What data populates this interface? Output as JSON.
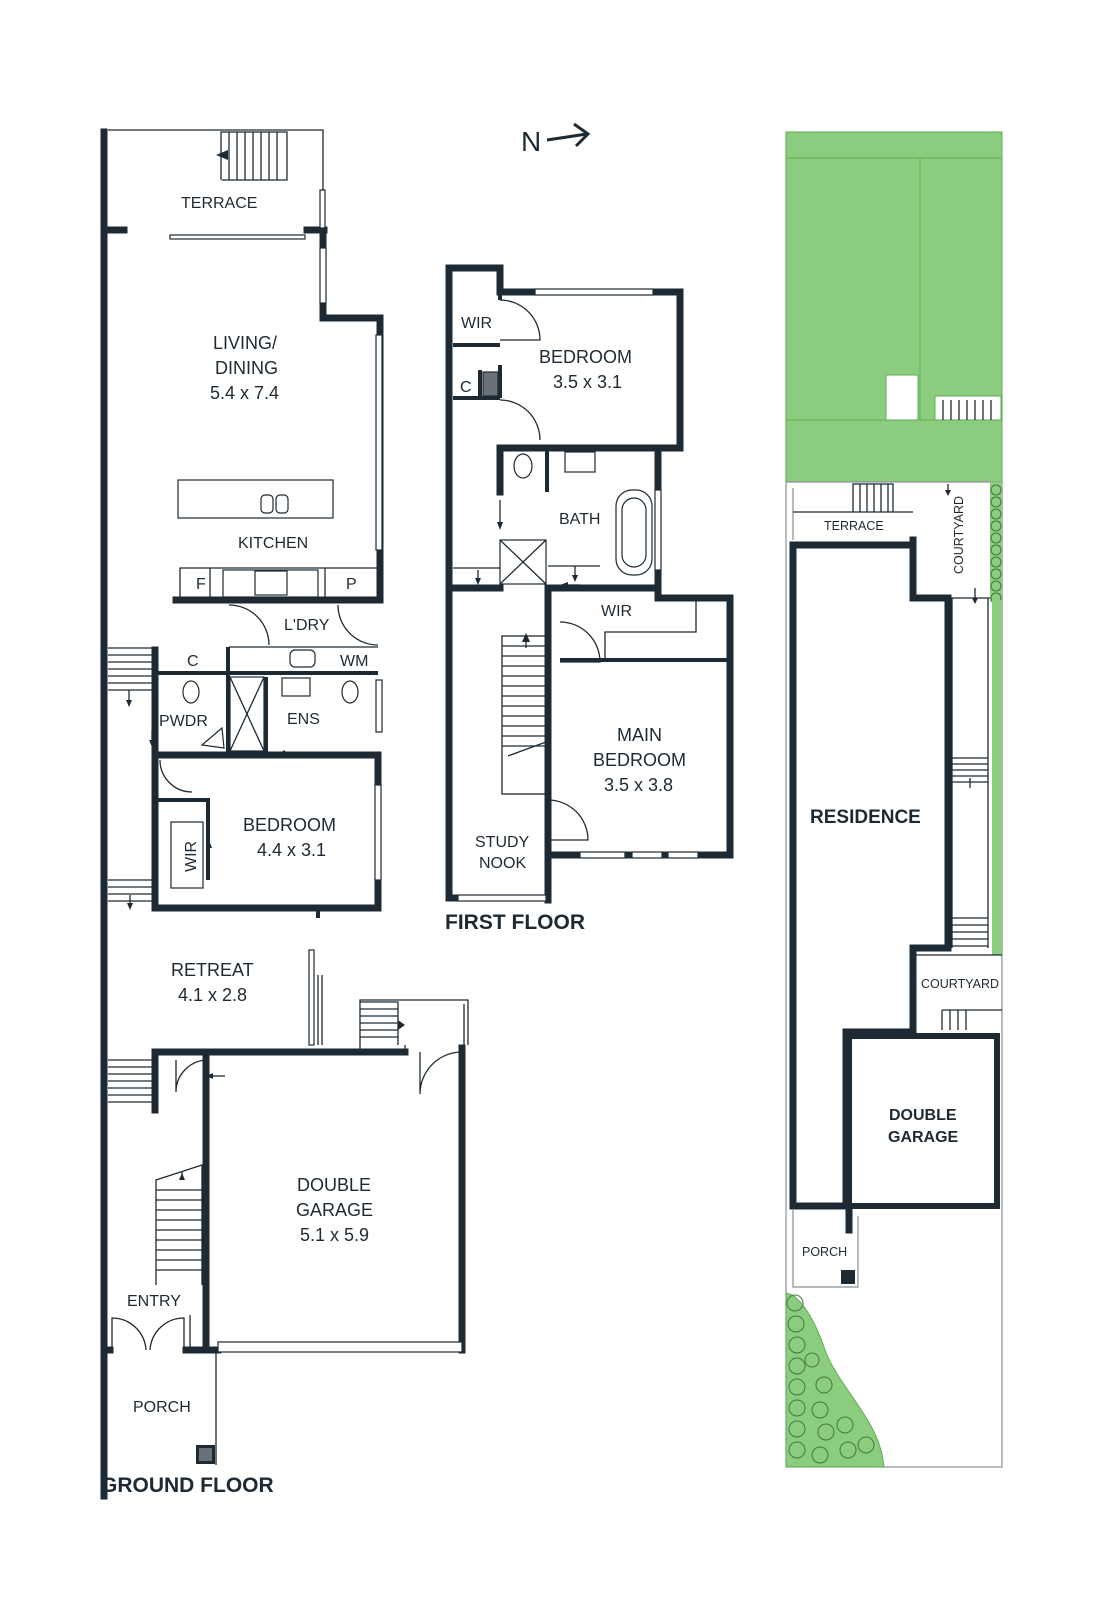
{
  "compass": {
    "label": "N"
  },
  "floors": {
    "ground": "GROUND FLOOR",
    "first": "FIRST FLOOR"
  },
  "ground_floor": {
    "terrace": "TERRACE",
    "living_dining": {
      "name_line1": "LIVING/",
      "name_line2": "DINING",
      "dims": "5.4 x 7.4"
    },
    "kitchen": "KITCHEN",
    "fridge": "F",
    "pantry": "P",
    "laundry": "L'DRY",
    "cupboard": "C",
    "washing_machine": "WM",
    "powder": "PWDR",
    "ensuite": "ENS",
    "bedroom": {
      "name": "BEDROOM",
      "dims": "4.4 x 3.1"
    },
    "wir": "WIR",
    "retreat": {
      "name": "RETREAT",
      "dims": "4.1 x 2.8"
    },
    "garage": {
      "name_line1": "DOUBLE",
      "name_line2": "GARAGE",
      "dims": "5.1 x 5.9"
    },
    "entry": "ENTRY",
    "porch": "PORCH"
  },
  "first_floor": {
    "wir_top": "WIR",
    "cupboard": "C",
    "bedroom": {
      "name": "BEDROOM",
      "dims": "3.5 x 3.1"
    },
    "bath": "BATH",
    "wir_main": "WIR",
    "main_bedroom": {
      "name_line1": "MAIN",
      "name_line2": "BEDROOM",
      "dims": "3.5 x 3.8"
    },
    "study_nook": {
      "line1": "STUDY",
      "line2": "NOOK"
    }
  },
  "site_plan": {
    "terrace": "TERRACE",
    "courtyard_side": "COURTYARD",
    "residence": "RESIDENCE",
    "courtyard": "COURTYARD",
    "garage": {
      "line1": "DOUBLE",
      "line2": "GARAGE"
    },
    "porch": "PORCH",
    "colors": {
      "lawn": "#8ccc7e",
      "lawn_stroke": "#5fae55",
      "wall": "#1e2a33"
    }
  }
}
